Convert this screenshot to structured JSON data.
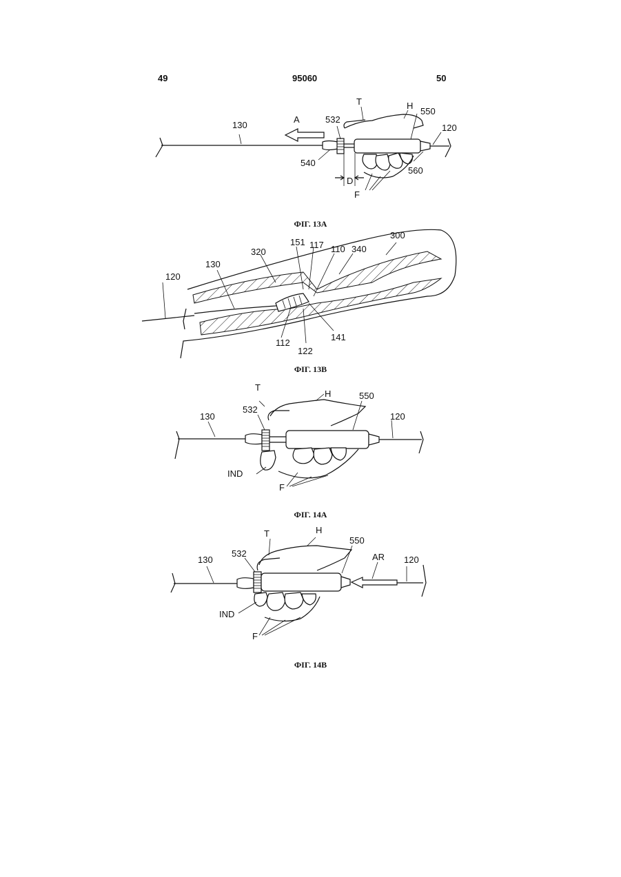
{
  "header": {
    "page_left": "49",
    "patent_number": "95060",
    "page_right": "50"
  },
  "figures": {
    "fig13a": {
      "caption": "ФІГ. 13А",
      "labels": {
        "l130": "130",
        "lA": "A",
        "l532": "532",
        "lT": "T",
        "lH": "H",
        "l550": "550",
        "l120": "120",
        "l540": "540",
        "l560": "560",
        "lD": "D",
        "lF": "F"
      }
    },
    "fig13b": {
      "caption": "ФІГ. 13В",
      "labels": {
        "l120": "120",
        "l130": "130",
        "l320": "320",
        "l151": "151",
        "l117": "117",
        "l110": "110",
        "l340": "340",
        "l300": "300",
        "l112": "112",
        "l122": "122",
        "l141": "141"
      }
    },
    "fig14a": {
      "caption": "ФІГ. 14А",
      "labels": {
        "lT": "T",
        "lH": "H",
        "l550": "550",
        "l130": "130",
        "l532": "532",
        "l120": "120",
        "lIND": "IND",
        "lF": "F"
      }
    },
    "fig14b": {
      "caption": "ФІГ. 14В",
      "labels": {
        "lT": "T",
        "lH": "H",
        "l550": "550",
        "l532": "532",
        "l130": "130",
        "lAR": "AR",
        "l120": "120",
        "lIND": "IND",
        "lF": "F"
      }
    }
  }
}
